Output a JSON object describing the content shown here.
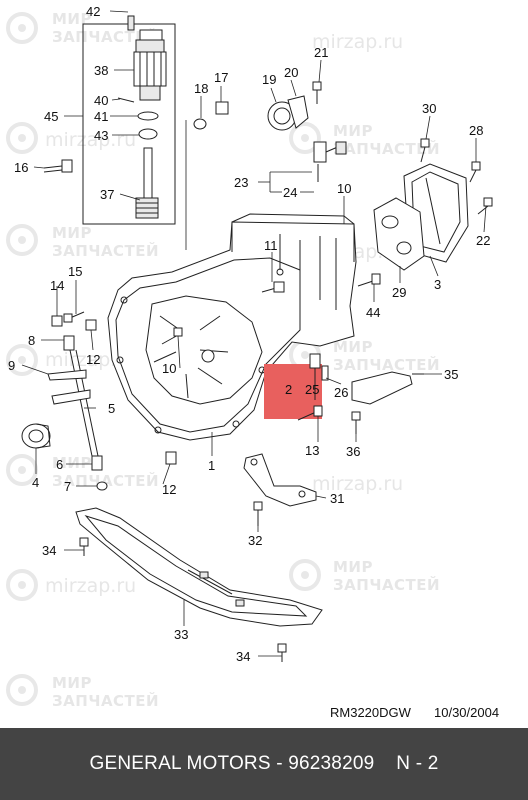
{
  "diagram": {
    "callouts": [
      "42",
      "38",
      "40",
      "41",
      "43",
      "45",
      "16",
      "37",
      "17",
      "18",
      "19",
      "20",
      "21",
      "30",
      "28",
      "22",
      "3",
      "29",
      "23",
      "24",
      "10",
      "11",
      "14",
      "15",
      "8",
      "9",
      "5",
      "4",
      "6",
      "7",
      "12",
      "2",
      "25",
      "26",
      "35",
      "36",
      "13",
      "1",
      "31",
      "32",
      "34",
      "33",
      "44"
    ],
    "watermark": {
      "brand_line1": "МИР",
      "brand_line2": "ЗАПЧАСТЕЙ",
      "domain": "mirzap.ru"
    },
    "drawing_code": "RM3220DGW",
    "date": "10/30/2004",
    "highlight_color": "#e8605e"
  },
  "footer": {
    "manufacturer": "GENERAL MOTORS",
    "separator": " - ",
    "part_number": "96238209",
    "ref_label": "N - 2"
  }
}
